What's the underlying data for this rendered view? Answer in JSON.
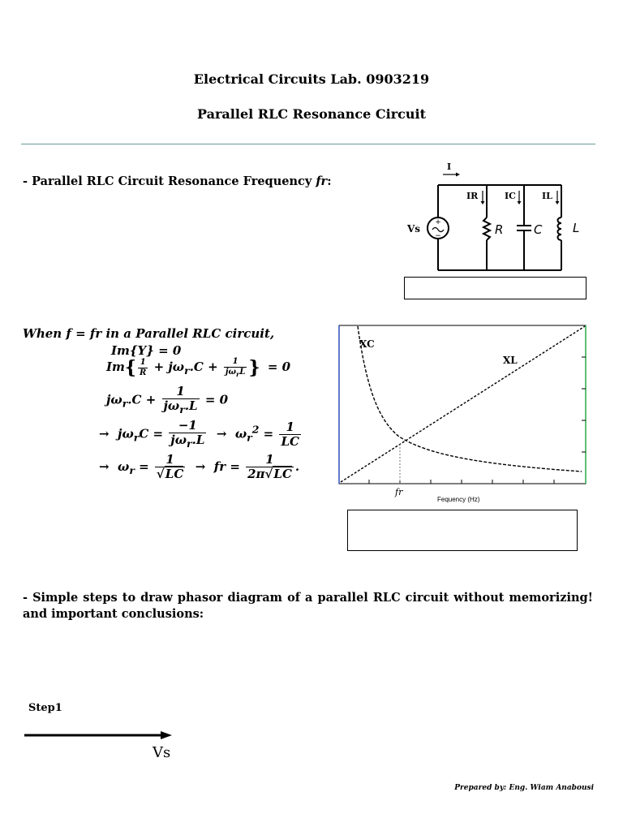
{
  "header": {
    "title": "Electrical Circuits Lab. 0903219",
    "subtitle": "Parallel RLC Resonance Circuit"
  },
  "section1": {
    "heading_prefix": "- Parallel RLC Circuit Resonance Frequency ",
    "heading_var": "fr",
    "heading_suffix": ":"
  },
  "circuit": {
    "current_label": "I",
    "source_label": "Vs",
    "ir_label": "IR",
    "ic_label": "IC",
    "il_label": "IL",
    "r_label": "R",
    "c_label": "C",
    "l_label": "L"
  },
  "derivation": {
    "line1": "When f = fr in a Parallel RLC circuit,",
    "line2": "Im{Y} = 0",
    "line3_prefix": "Im",
    "line3_suffix": "= 0",
    "line4_suffix": "= 0",
    "arrow": "→"
  },
  "graph": {
    "xc_label": "XC",
    "xl_label": "XL",
    "fr_label": "fr",
    "xaxis_label": "Fequency (Hz)"
  },
  "section2": {
    "text": "- Simple steps to draw phasor diagram of a parallel RLC circuit without memorizing! and important conclusions:"
  },
  "step1": {
    "label": "Step1",
    "vector_label": "Vs"
  },
  "footer": {
    "credit": "Prepared by: Eng. Wiam Anabousi"
  }
}
